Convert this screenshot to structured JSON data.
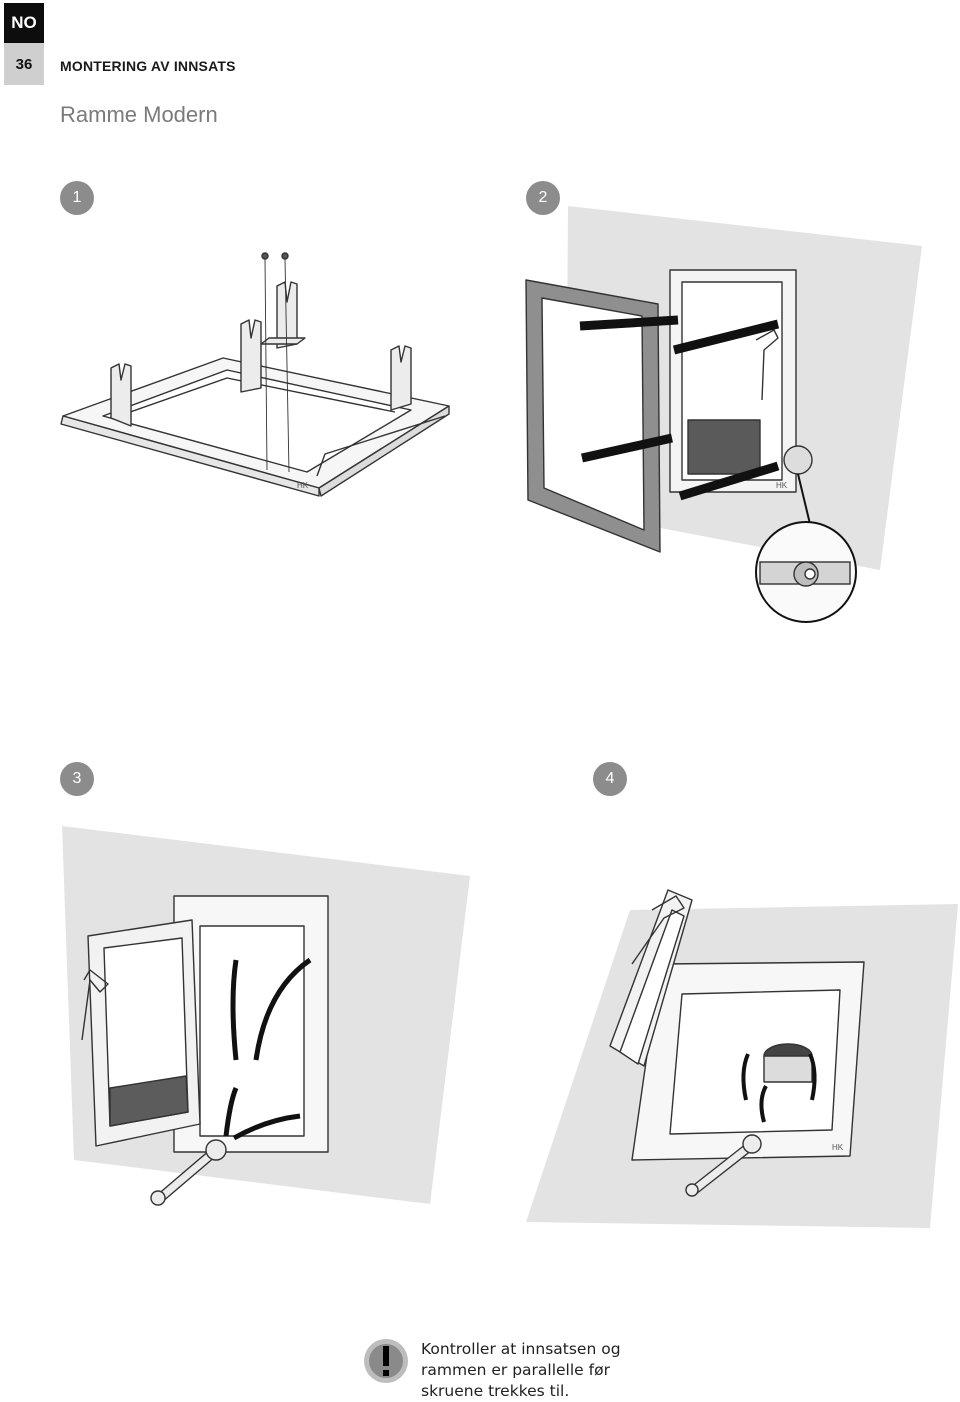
{
  "header": {
    "language": "NO",
    "page_number": "36",
    "section": "MONTERING AV INNSATS",
    "title": "Ramme Modern"
  },
  "steps": [
    {
      "number": "1"
    },
    {
      "number": "2"
    },
    {
      "number": "3"
    },
    {
      "number": "4"
    }
  ],
  "figure_marks": {
    "brand": "HK"
  },
  "note": {
    "icon": "exclamation-icon",
    "lines": [
      "Kontroller at innsatsen og",
      "rammen er parallelle før",
      "skruene trekkes til."
    ]
  }
}
